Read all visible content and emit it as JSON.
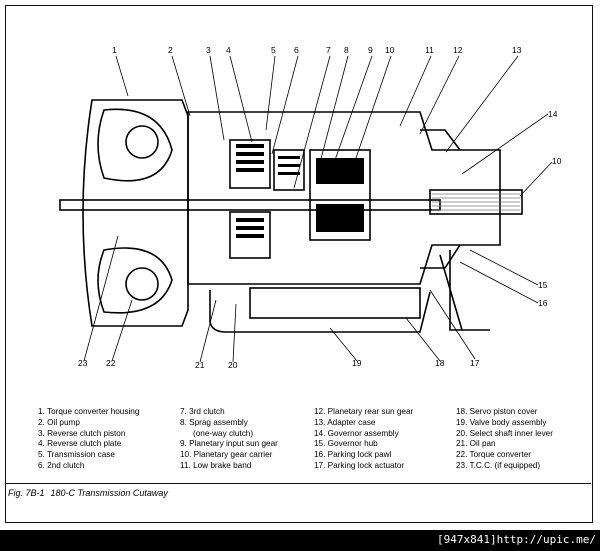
{
  "diagram": {
    "callouts": [
      "1",
      "2",
      "3",
      "4",
      "5",
      "6",
      "7",
      "8",
      "9",
      "10",
      "11",
      "12",
      "13",
      "14",
      "10",
      "15",
      "16",
      "17",
      "18",
      "19",
      "20",
      "21",
      "22",
      "23"
    ],
    "legend": [
      {
        "n": "1.",
        "text": "Torque converter housing"
      },
      {
        "n": "2.",
        "text": "Oil pump"
      },
      {
        "n": "3.",
        "text": "Reverse clutch piston"
      },
      {
        "n": "4.",
        "text": "Reverse clutch plate"
      },
      {
        "n": "5.",
        "text": "Transmission case"
      },
      {
        "n": "6.",
        "text": "2nd clutch"
      },
      {
        "n": "7.",
        "text": "3rd clutch"
      },
      {
        "n": "8.",
        "text": "Sprag assembly"
      },
      {
        "n": "",
        "text": "(one-way clutch)"
      },
      {
        "n": "9.",
        "text": "Planetary input sun gear"
      },
      {
        "n": "10.",
        "text": "Planetary gear carrier"
      },
      {
        "n": "11.",
        "text": "Low brake band"
      },
      {
        "n": "12.",
        "text": "Planetary rear sun gear"
      },
      {
        "n": "13.",
        "text": "Adapter case"
      },
      {
        "n": "14.",
        "text": "Governor assembly"
      },
      {
        "n": "15.",
        "text": "Governor hub"
      },
      {
        "n": "16.",
        "text": "Parking lock pawl"
      },
      {
        "n": "17.",
        "text": "Parking lock actuator"
      },
      {
        "n": "18.",
        "text": "Servo piston cover"
      },
      {
        "n": "19.",
        "text": "Valve body assembly"
      },
      {
        "n": "20.",
        "text": "Select shaft inner lever"
      },
      {
        "n": "21.",
        "text": "Oil pan"
      },
      {
        "n": "22.",
        "text": "Torque converter"
      },
      {
        "n": "23.",
        "text": "T.C.C. (if equipped)"
      }
    ],
    "caption_fig": "Fig. 7B-1",
    "caption_title": "180-C Transmission Cutaway"
  },
  "footer": {
    "text": "[947x841]http://upic.me/"
  }
}
